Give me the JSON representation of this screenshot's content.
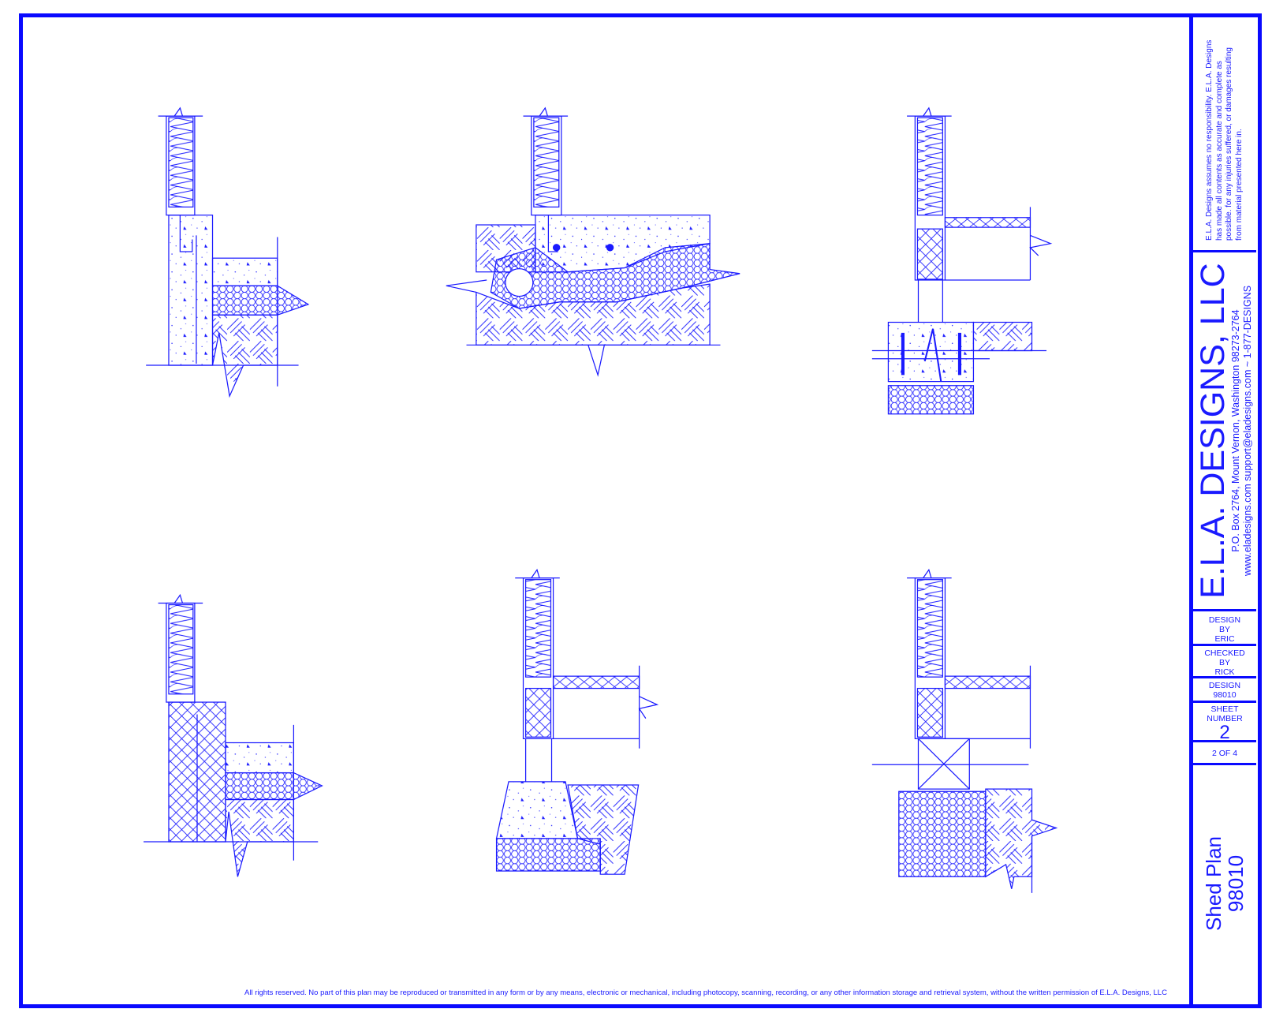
{
  "title_block": {
    "disclaimer": [
      "E.L.A. Designs assumes no responsibility. E.L.A. Designs",
      "has made all contents as accurate and complete as",
      "possible. for any injuries suffered, or damages resulting",
      "from material presented here in."
    ],
    "company": "E.L.A. DESIGNS, LLC",
    "address": "P.O. Box 2764, Mount Vernon, Washington 98273-2764",
    "contact": "www.eladesigns.com support@eladesigns.com ~ 1-877-DESIGNS",
    "design_by": [
      "DESIGN",
      "BY",
      "ERIC"
    ],
    "checked_by": [
      "CHECKED",
      "BY",
      "RICK"
    ],
    "design_no": [
      "DESIGN",
      "98010"
    ],
    "sheet_label": [
      "SHEET",
      "NUMBER"
    ],
    "sheet_number": "2",
    "sheet_of": "2 OF 4",
    "plan_title": "Shed Plan",
    "plan_number": "98010"
  },
  "footer": "All rights reserved. No part of this plan may be reproduced or transmitted in any form or by any means, electronic or mechanical, including photocopy, scanning, recording, or any other information storage and retrieval system, without the written permission of E.L.A. Designs, LLC",
  "colors": {
    "line": "#0a0aff"
  }
}
